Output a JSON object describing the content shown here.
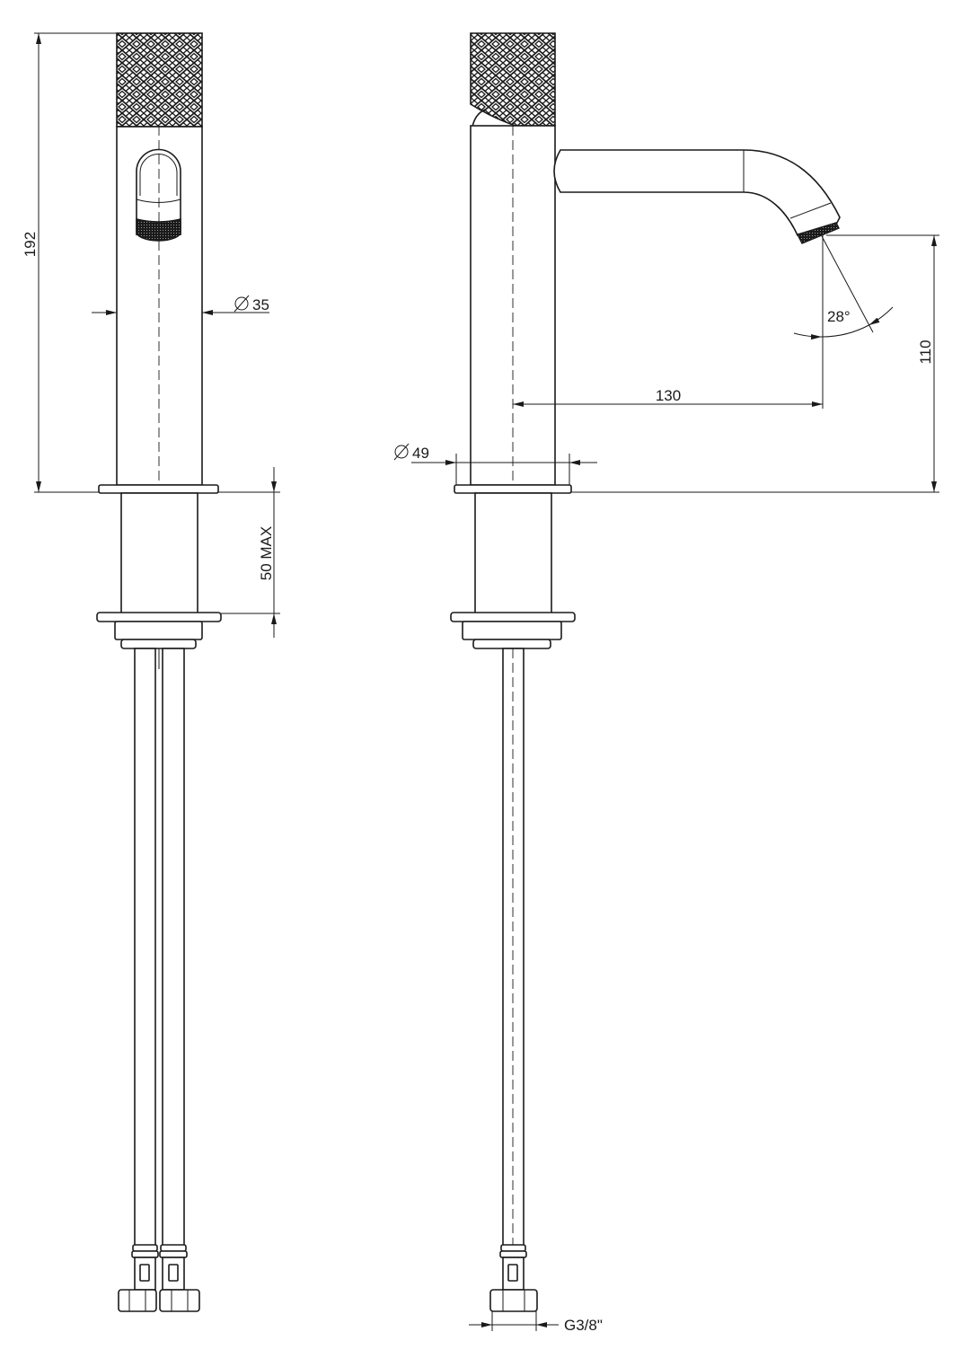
{
  "labels": {
    "overall_height": "192",
    "body_diameter": "35",
    "deck_thickness": "50 MAX",
    "spout_reach": "130",
    "spray_angle": "28°",
    "spout_height": "110",
    "flange_diameter": "49",
    "connection_thread": "G3/8\""
  },
  "icons": {
    "diameter": "diameter-icon"
  },
  "colors": {
    "line": "#1a1a1a",
    "background": "#ffffff"
  }
}
